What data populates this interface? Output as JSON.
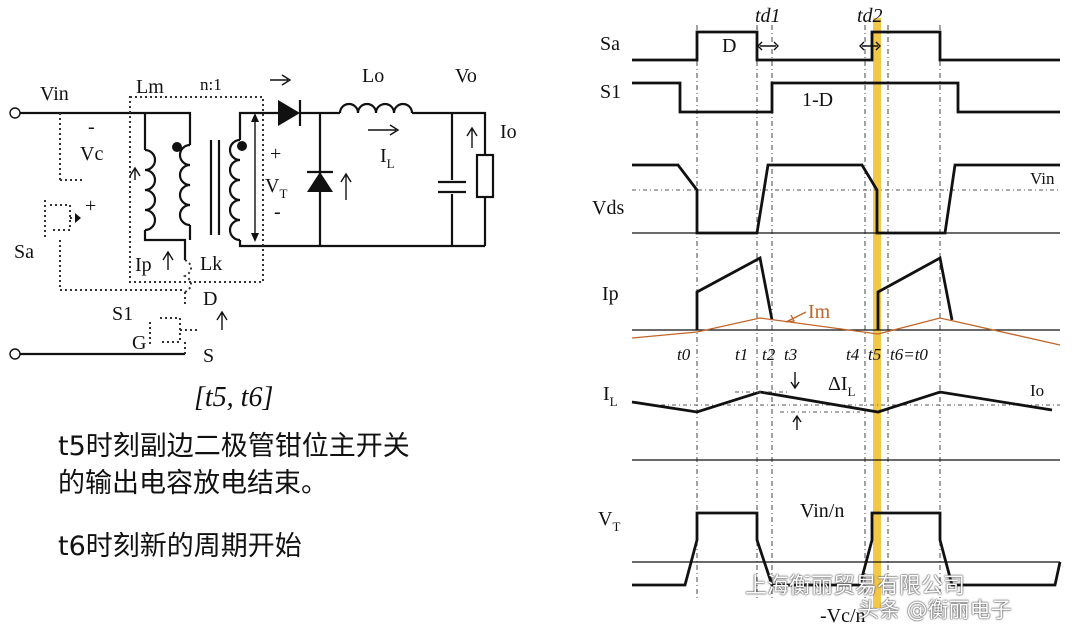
{
  "circuit": {
    "labels": {
      "vin": "Vin",
      "lm": "Lm",
      "ratio": "n:1",
      "lo": "Lo",
      "vo": "Vo",
      "io": "Io",
      "vc": "Vc",
      "minus1": "-",
      "plus1": "+",
      "plus2": "+",
      "minus2": "-",
      "vt": "V",
      "vt_sub": "T",
      "il": "I",
      "il_sub": "L",
      "ip": "Ip",
      "lk": "Lk",
      "sa": "Sa",
      "s1": "S1",
      "d": "D",
      "g": "G",
      "s": "S"
    }
  },
  "caption": {
    "interval": "[t5, t6]",
    "line1": "t5时刻副边二极管钳位主开关",
    "line2": "的输出电容放电结束。",
    "line3": "t6时刻新的周期开始"
  },
  "waveforms": {
    "rows": {
      "sa": "Sa",
      "s1": "S1",
      "vds": "Vds",
      "ip": "Ip",
      "il": "I",
      "il_sub": "L",
      "vt": "V",
      "vt_sub": "T"
    },
    "annotations": {
      "td1": "td1",
      "td2": "td2",
      "d": "D",
      "one_minus_d": "1-D",
      "vin_small": "Vin",
      "im": "Im",
      "delta_il": "ΔI",
      "delta_il_sub": "L",
      "io_small": "Io",
      "vin_n": "Vin/n",
      "neg_vc_n": "-Vc/n"
    },
    "times": {
      "t0": "t0",
      "t1": "t1",
      "t2": "t2",
      "t3": "t3",
      "t4": "t4",
      "t5": "t5",
      "t6": "t6=t0"
    },
    "highlight_color": "#F2C84B",
    "im_color": "#C0662A"
  },
  "watermark": {
    "line1": "上海衡丽贸易有限公司",
    "line2": "头条 @衡丽电子"
  }
}
